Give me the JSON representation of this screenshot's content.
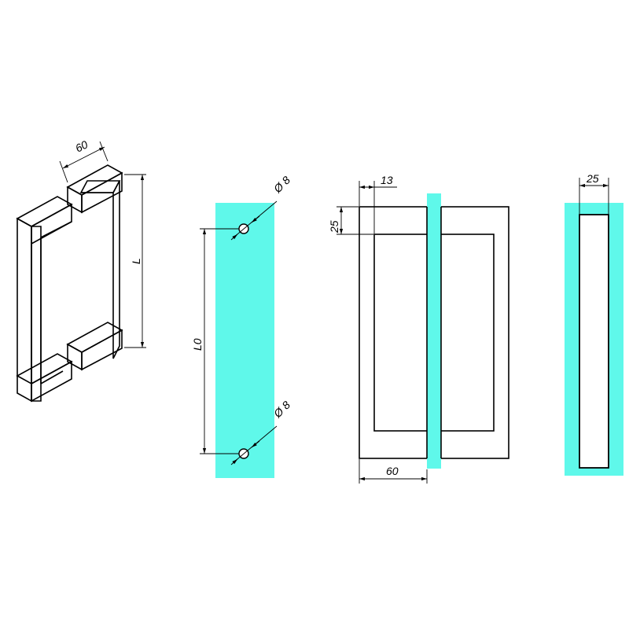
{
  "colors": {
    "glass": "#5ff8ea",
    "line": "#000000",
    "background": "#ffffff"
  },
  "views": {
    "isometric": {
      "dim_width": "60",
      "dim_length": "L"
    },
    "glass_panel": {
      "dim_hole_top": "Ø 8",
      "dim_hole_bottom": "Ø 8",
      "dim_center_distance": "L0"
    },
    "side_view": {
      "dim_offset": "13",
      "dim_depth": "25",
      "dim_width": "60"
    },
    "section_view": {
      "dim_width": "25"
    }
  }
}
